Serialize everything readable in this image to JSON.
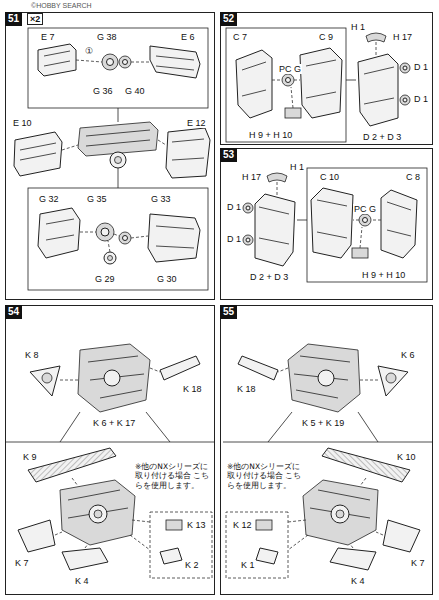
{
  "diagram": {
    "nodes": [
      {
        "text": [
          "51"
        ]
      },
      {
        "text": [
          "52"
        ]
      },
      {
        "text": [
          "53"
        ]
      },
      {
        "text": [
          "54"
        ]
      },
      {
        "text": [
          "55"
        ]
      }
    ],
    "labels": [
      "©HOBBY SEARCH",
      "×2",
      "E 7",
      "G 38",
      "E 6",
      "①",
      "G 36",
      "G 40",
      "E 10",
      "E 12",
      "G 32",
      "G 35",
      "G 33",
      "G 29",
      "G 30",
      "C 7",
      "PC G",
      "C 9",
      "H 9 + H 10",
      "H 1",
      "H 17",
      "D 1",
      "D 1",
      "D 2 + D 3",
      "D 1",
      "H 1",
      "H 17",
      "D 1",
      "D 2 + D 3",
      "C 10",
      "PC G",
      "C 8",
      "H 9 + H 10",
      "K 8",
      "K 18",
      "K 6 + K 17",
      "K 9",
      "※他のNXシリーズに 取り付ける場合 こちらを使用します。",
      "K 13",
      "K 2",
      "K 7",
      "K 4",
      "K 18",
      "K 6",
      "K 5 + K 19",
      "K 10",
      "※他のNXシリーズに 取り付ける場合 こちらを使用します。",
      "K 12",
      "K 1",
      "K 7",
      "K 4"
    ]
  }
}
